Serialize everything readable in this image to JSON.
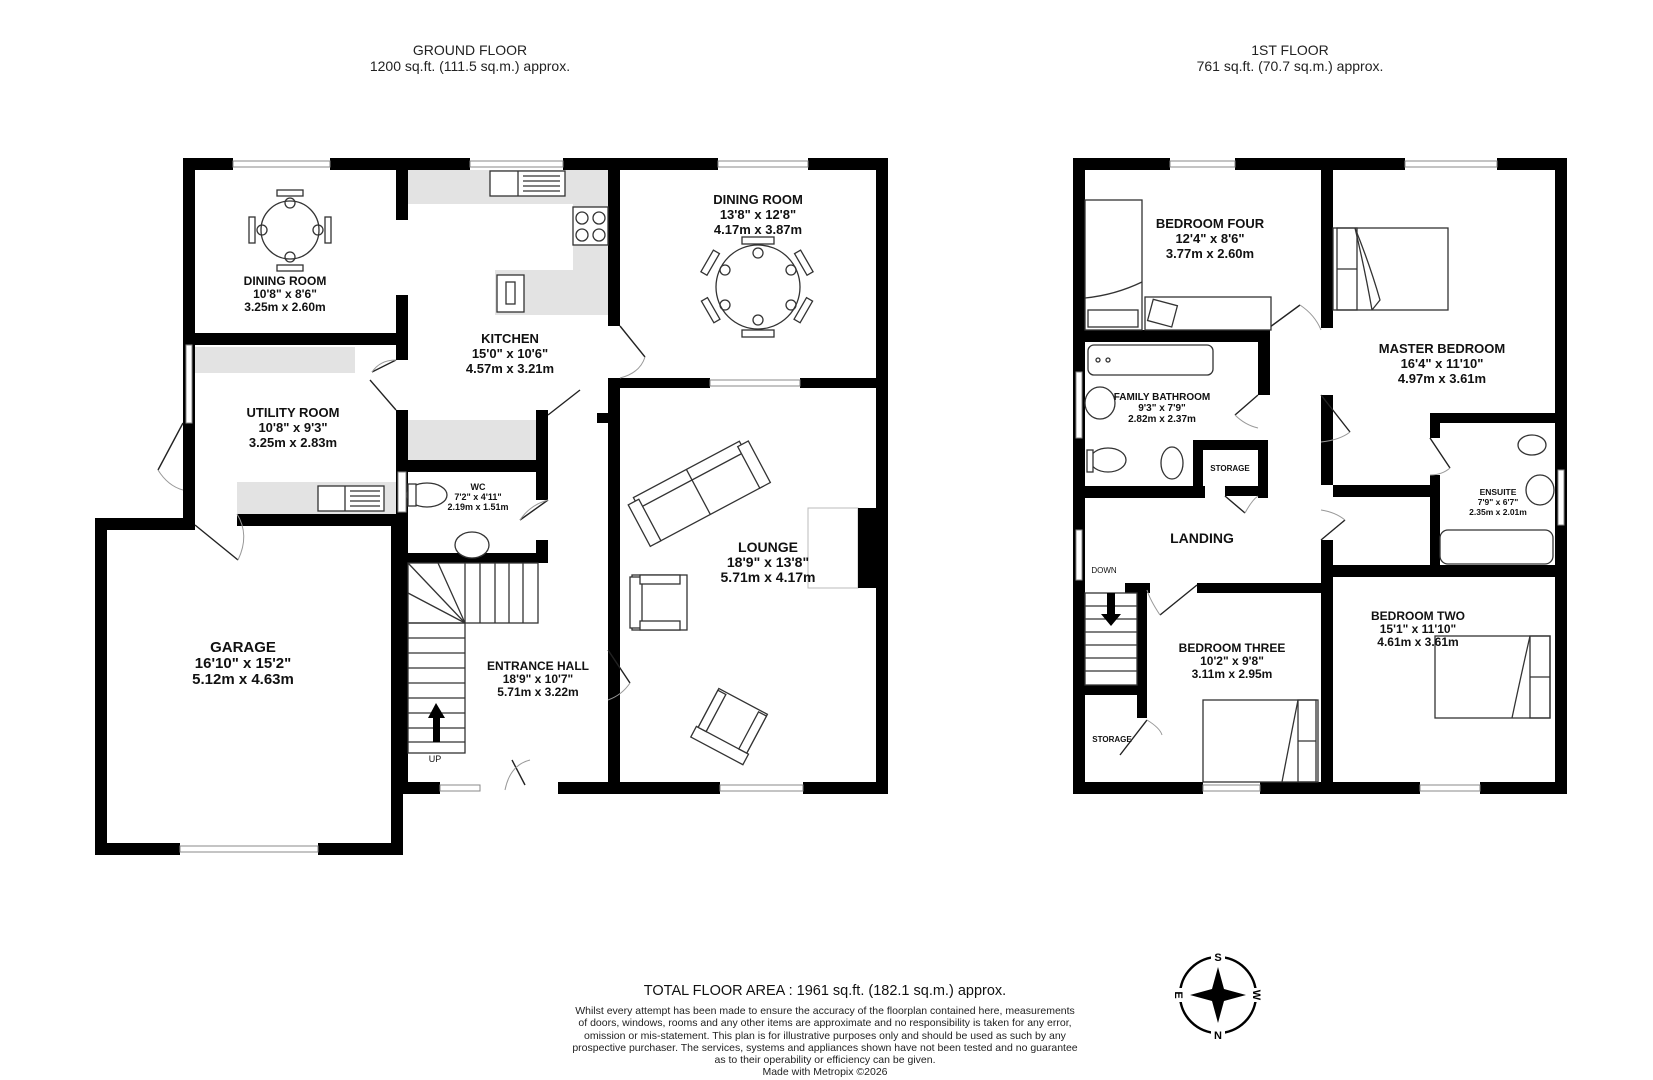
{
  "ground_floor": {
    "title": "GROUND FLOOR",
    "area": "1200 sq.ft. (111.5 sq.m.) approx.",
    "rooms": [
      {
        "name": "DINING ROOM",
        "imperial": "10'8\"  x 8'6\"",
        "metric": "3.25m  x 2.60m"
      },
      {
        "name": "KITCHEN",
        "imperial": "15'0\"  x 10'6\"",
        "metric": "4.57m  x 3.21m"
      },
      {
        "name": "DINING ROOM",
        "imperial": "13'8\"  x 12'8\"",
        "metric": "4.17m  x 3.87m"
      },
      {
        "name": "UTILITY ROOM",
        "imperial": "10'8\"  x 9'3\"",
        "metric": "3.25m  x 2.83m"
      },
      {
        "name": "WC",
        "imperial": "7'2\"  x 4'11\"",
        "metric": "2.19m  x 1.51m"
      },
      {
        "name": "LOUNGE",
        "imperial": "18'9\"  x 13'8\"",
        "metric": "5.71m  x 4.17m"
      },
      {
        "name": "GARAGE",
        "imperial": "16'10\"  x 15'2\"",
        "metric": "5.12m  x 4.63m"
      },
      {
        "name": "ENTRANCE HALL",
        "imperial": "18'9\"  x 10'7\"",
        "metric": "5.71m  x 3.22m"
      }
    ],
    "stair_label": "UP"
  },
  "first_floor": {
    "title": "1ST FLOOR",
    "area": "761 sq.ft. (70.7 sq.m.) approx.",
    "rooms": [
      {
        "name": "BEDROOM FOUR",
        "imperial": "12'4\"  x 8'6\"",
        "metric": "3.77m  x 2.60m"
      },
      {
        "name": "MASTER BEDROOM",
        "imperial": "16'4\"  x 11'10\"",
        "metric": "4.97m  x 3.61m"
      },
      {
        "name": "FAMILY BATHROOM",
        "imperial": "9'3\"  x 7'9\"",
        "metric": "2.82m  x 2.37m"
      },
      {
        "name": "STORAGE",
        "imperial": "",
        "metric": ""
      },
      {
        "name": "ENSUITE",
        "imperial": "7'9\"  x 6'7\"",
        "metric": "2.35m  x 2.01m"
      },
      {
        "name": "LANDING",
        "imperial": "",
        "metric": ""
      },
      {
        "name": "BEDROOM TWO",
        "imperial": "15'1\"  x 11'10\"",
        "metric": "4.61m  x 3.61m"
      },
      {
        "name": "BEDROOM THREE",
        "imperial": "10'2\"  x 9'8\"",
        "metric": "3.11m  x 2.95m"
      },
      {
        "name": "STORAGE",
        "imperial": "",
        "metric": ""
      }
    ],
    "stair_label": "DOWN"
  },
  "compass": {
    "n": "N",
    "s": "S",
    "e": "E",
    "w": "W"
  },
  "footer": {
    "total": "TOTAL FLOOR AREA : 1961 sq.ft. (182.1 sq.m.) approx.",
    "disclaimer": [
      "Whilst every attempt has been made to ensure the accuracy of the floorplan contained here, measurements",
      "of doors, windows, rooms and any other items are approximate and no responsibility is taken for any error,",
      "omission or mis-statement. This plan is for illustrative purposes only and should be used as such by any",
      "prospective purchaser. The services, systems and appliances shown have not been tested and no guarantee",
      "as to their operability or efficiency can be given."
    ],
    "credit": "Made with Metropix ©2026"
  }
}
